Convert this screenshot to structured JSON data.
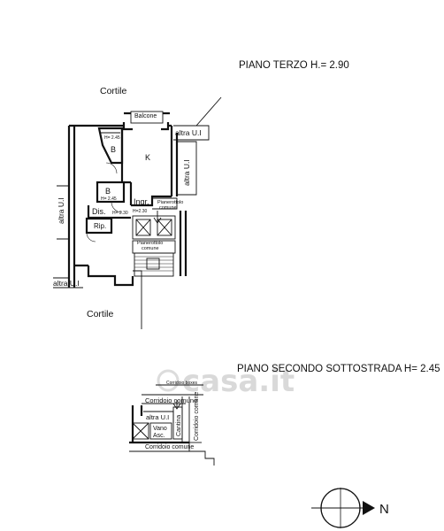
{
  "floors": {
    "third": {
      "title": "PIANO  TERZO   H.= 2.90",
      "labels": {
        "cortile_top": "Cortile",
        "cortile_bottom": "Cortile",
        "balcone": "Balcone",
        "altra_ui_top_right": "altra U.I",
        "altra_ui_right": "altra U.I",
        "altra_ui_left": "altra U.I",
        "altra_ui_bottom_left": "altra U.I",
        "bath_upper": "B",
        "bath_upper_height": "H= 2.45",
        "bath_lower": "B",
        "bath_lower_height": "H= 2.45",
        "kitchen": "K",
        "entrance": "Ingr.",
        "entrance_height": "H=2.30",
        "hall": "Dis.",
        "hall_height": "H= 2.30",
        "storage": "Rip.",
        "landing_upper": "Pianerottolo",
        "landing_upper_2": "comune",
        "landing_lower": "Pianerottolo",
        "landing_lower_2": "comune"
      }
    },
    "basement": {
      "title": "PIANO  SECONDO  SOTTOSTRADA  H= 2.45",
      "labels": {
        "corridoio_top": "Corridoio boxes",
        "corridoio_comune_top": "Corridoio comune",
        "corridoio_comune_side": "Corridoio comune",
        "corridoio_comune_bottom": "Corridoio comune",
        "altra_ui": "altra U.I",
        "cantina": "Cantina",
        "vano": "Vano",
        "asc": "Asc."
      }
    }
  },
  "compass": {
    "label": "N"
  },
  "watermark": "casa.it",
  "colors": {
    "ink": "#111111",
    "background": "#ffffff",
    "watermark": "#d9d9d9"
  }
}
